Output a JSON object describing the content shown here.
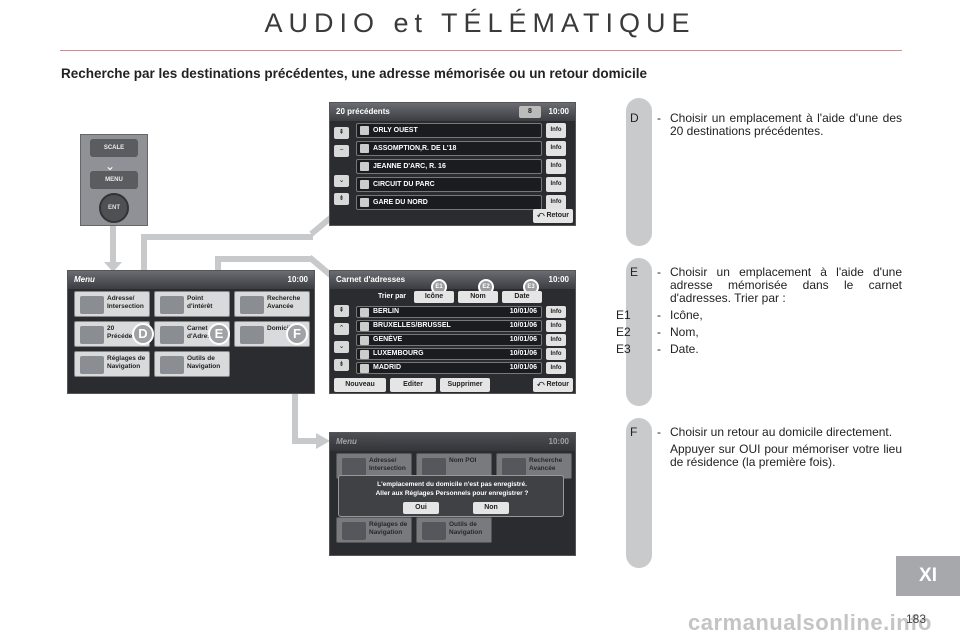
{
  "title": "AUDIO et TÉLÉMATIQUE",
  "heading": "Recherche par les destinations précédentes, une adresse mémorisée ou un retour domicile",
  "remote": {
    "scale": "SCALE",
    "menu": "MENU",
    "ent": "ENT"
  },
  "screen_previous": {
    "title": "20 précédents",
    "counter": "8",
    "time": "10:00",
    "rows": [
      "ORLY OUEST",
      "ASSOMPTION,R. DE L'18",
      "JEANNE D'ARC, R. 16",
      "CIRCUIT DU PARC",
      "GARE DU NORD"
    ],
    "info": "Info",
    "return": "Retour"
  },
  "screen_menu": {
    "title": "Menu",
    "time": "10:00",
    "tiles": [
      "Adresse/\nIntersection",
      "Point\nd'intérêt",
      "Recherche\nAvancée",
      "20\nPrécédents",
      "Carnet\nd'Adresses",
      "Domicile",
      "Réglages de\nNavigation",
      "Outils de\nNavigation"
    ],
    "markers": [
      "D",
      "E",
      "F"
    ]
  },
  "screen_address_book": {
    "title": "Carnet d'adresses",
    "time": "10:00",
    "sort_label": "Trier par",
    "sort_buttons": [
      "Icône",
      "Nom",
      "Date"
    ],
    "markers": [
      "E1",
      "E2",
      "E3"
    ],
    "rows": [
      {
        "name": "BERLIN",
        "date": "10/01/06"
      },
      {
        "name": "BRUXELLES/BRUSSEL",
        "date": "10/01/06"
      },
      {
        "name": "GENÈVE",
        "date": "10/01/06"
      },
      {
        "name": "LUXEMBOURG",
        "date": "10/01/06"
      },
      {
        "name": "MADRID",
        "date": "10/01/06"
      }
    ],
    "info": "Info",
    "bottom_buttons": [
      "Nouveau",
      "Editer",
      "Supprimer"
    ],
    "return": "Retour"
  },
  "screen_home": {
    "title": "Menu",
    "time": "10:00",
    "tiles": [
      "Adresse/\nIntersection",
      "Nom POI",
      "Recherche\nAvancée",
      "Réglages de\nNavigation",
      "Outils de\nNavigation"
    ],
    "dialog": "L'emplacement du domicile n'est pas enregistré.\nAller aux Réglages Personnels pour enregistrer ?",
    "yes": "Oui",
    "no": "Non"
  },
  "steps": {
    "D": {
      "code": "D",
      "dash": "-",
      "text": "Choisir un emplacement à l'aide d'une des 20 destinations précédentes."
    },
    "E": {
      "code": "E",
      "dash": "-",
      "text": "Choisir un emplacement à l'aide d'une adresse mémorisée dans le carnet d'adresses. Trier par :"
    },
    "E1": {
      "code": "E1",
      "dash": "-",
      "text": "Icône,"
    },
    "E2": {
      "code": "E2",
      "dash": "-",
      "text": "Nom,"
    },
    "E3": {
      "code": "E3",
      "dash": "-",
      "text": "Date."
    },
    "F": {
      "code": "F",
      "dash": "-",
      "text": "Choisir un retour au domicile directement."
    },
    "F_note": "Appuyer sur OUI pour mémoriser votre lieu de résidence (la première fois)."
  },
  "chapter": "XI",
  "page_number": "183",
  "watermark": "carmanualsonline.info"
}
